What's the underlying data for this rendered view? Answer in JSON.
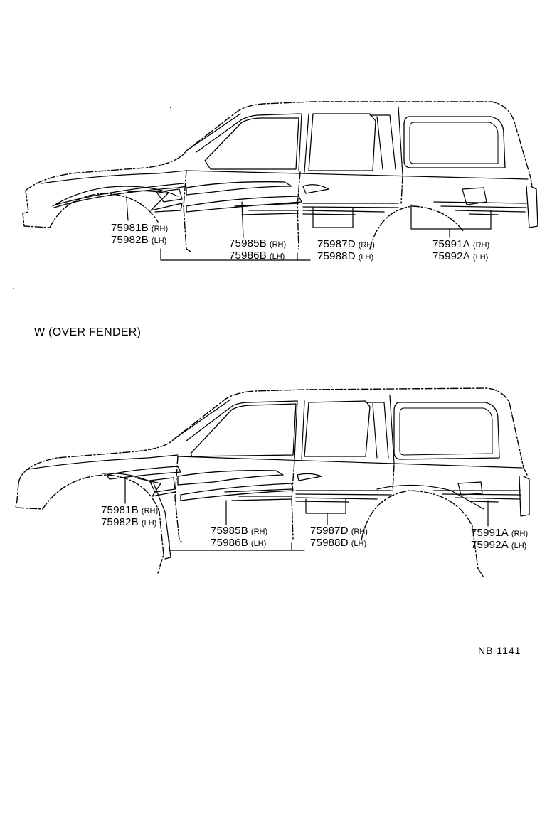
{
  "figure_top": {
    "callouts": [
      {
        "part_rh": "75981B",
        "rh": "(RH)",
        "part_lh": "75982B",
        "lh": "(LH)"
      },
      {
        "part_rh": "75985B",
        "rh": "(RH)",
        "part_lh": "75986B",
        "lh": "(LH)"
      },
      {
        "part_rh": "75987D",
        "rh": "(RH)",
        "part_lh": "75988D",
        "lh": "(LH)"
      },
      {
        "part_rh": "75991A",
        "rh": "(RH)",
        "part_lh": "75992A",
        "lh": "(LH)"
      }
    ]
  },
  "section": {
    "title": "W (OVER FENDER)"
  },
  "figure_bottom": {
    "callouts": [
      {
        "part_rh": "75981B",
        "rh": "(RH)",
        "part_lh": "75982B",
        "lh": "(LH)"
      },
      {
        "part_rh": "75985B",
        "rh": "(RH)",
        "part_lh": "75986B",
        "lh": "(LH)"
      },
      {
        "part_rh": "75987D",
        "rh": "(RH)",
        "part_lh": "75988D",
        "lh": "(LH)"
      },
      {
        "part_rh": "75991A",
        "rh": "(RH)",
        "part_lh": "75992A",
        "lh": "(LH)"
      }
    ]
  },
  "reference": "NB 1141",
  "colors": {
    "ink": "#000000",
    "paper": "#ffffff"
  }
}
